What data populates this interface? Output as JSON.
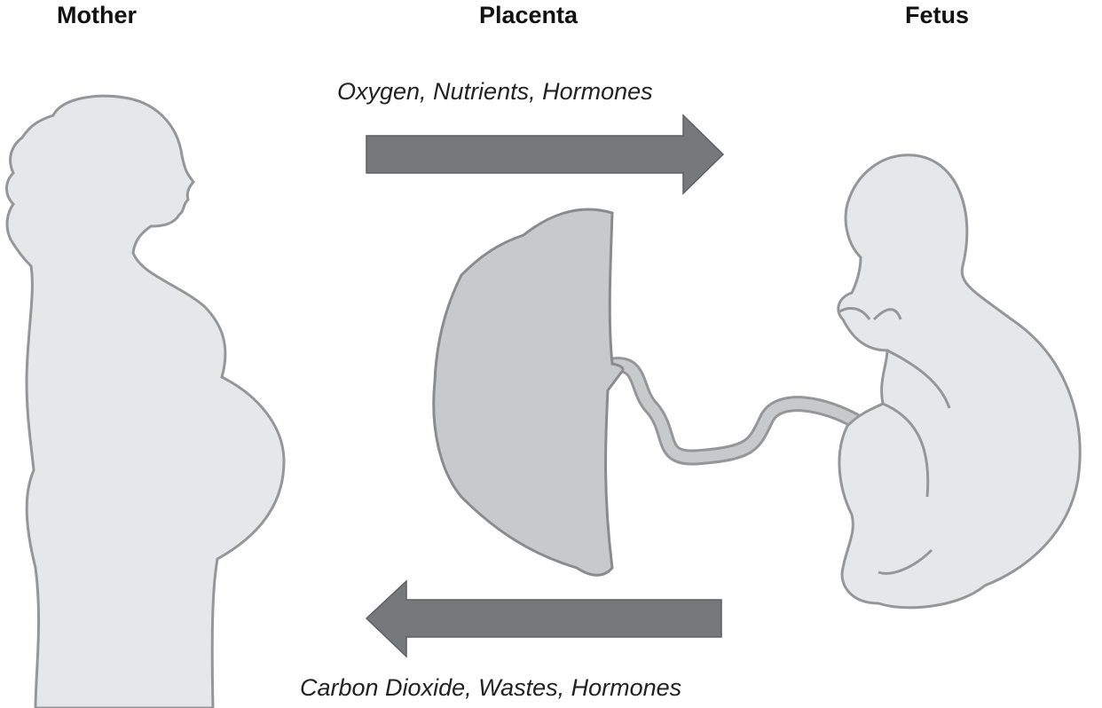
{
  "headers": {
    "mother": "Mother",
    "placenta": "Placenta",
    "fetus": "Fetus"
  },
  "flows": {
    "to_fetus": "Oxygen, Nutrients, Hormones",
    "to_mother": "Carbon Dioxide, Wastes, Hormones"
  },
  "colors": {
    "arrow": "#77787a",
    "placenta_fill": "#c8c9cb",
    "silhouette_fill": "#e6e7e8",
    "outline": "#95969a"
  }
}
